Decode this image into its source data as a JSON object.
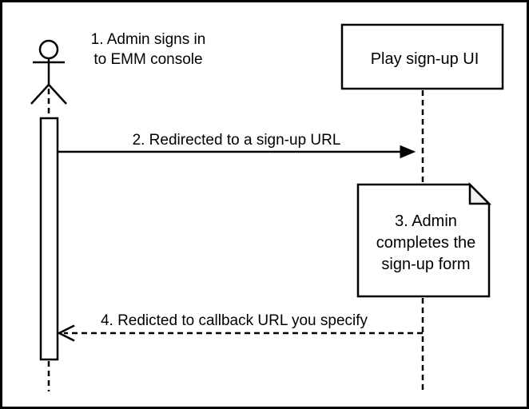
{
  "colors": {
    "line": "#000000",
    "background": "#ffffff",
    "note_fold_fill": "#f2f2f2"
  },
  "diagram": {
    "type": "uml-sequence",
    "actor": {
      "icon": "stick-figure-actor",
      "annotation": {
        "line1": "1. Admin signs in",
        "line2": "to EMM console"
      }
    },
    "participant": {
      "label": "Play sign-up UI"
    },
    "messages": [
      {
        "label": "2. Redirected to a sign-up URL",
        "from": "admin",
        "to": "play-sign-up-ui",
        "line_style": "solid",
        "arrowhead": "filled-right"
      },
      {
        "label": "4. Redicted to callback URL you specify",
        "from": "play-sign-up-ui",
        "to": "admin",
        "line_style": "dashed",
        "arrowhead": "open-left"
      }
    ],
    "note": {
      "line1": "3. Admin",
      "line2": "completes the",
      "line3": "sign-up form"
    }
  }
}
